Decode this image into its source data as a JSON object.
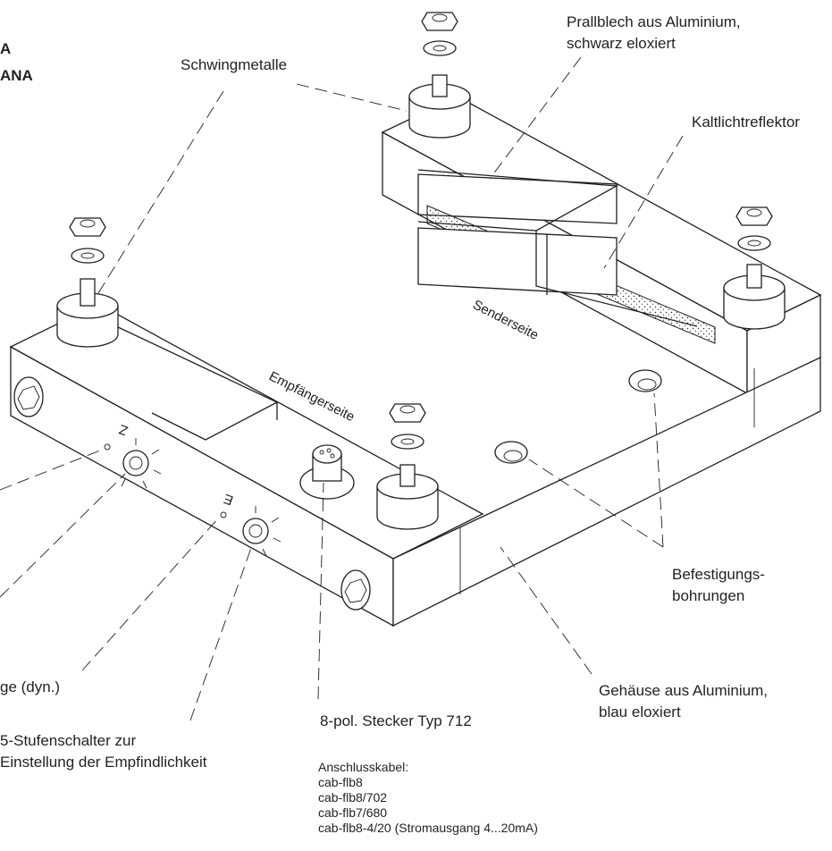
{
  "labels": {
    "fragment_a": "A",
    "fragment_ana": "ANA",
    "schwingmetalle": "Schwingmetalle",
    "prallblech_1": "Prallblech aus Aluminium,",
    "prallblech_2": "schwarz eloxiert",
    "kaltlicht": "Kaltlichtreflektor",
    "senderseite": "Senderseite",
    "empfaengerseite": "Empfängerseite",
    "befestigung_1": "Befestigungs-",
    "befestigung_2": "bohrungen",
    "gehaeuse_1": "Gehäuse aus Aluminium,",
    "gehaeuse_2": "blau eloxiert",
    "anzeige": "ge (dyn.)",
    "stufenschalter_1": "5-Stufenschalter zur",
    "stufenschalter_2": "Einstellung der Empfindlichkeit",
    "stecker": "8-pol. Stecker Typ 712",
    "kabel_title": "Anschlusskabel:",
    "kabel": [
      "cab-flb8",
      "cab-flb8/702",
      "cab-flb7/680",
      "cab-flb8-4/20 (Stromausgang 4...20mA)"
    ]
  }
}
